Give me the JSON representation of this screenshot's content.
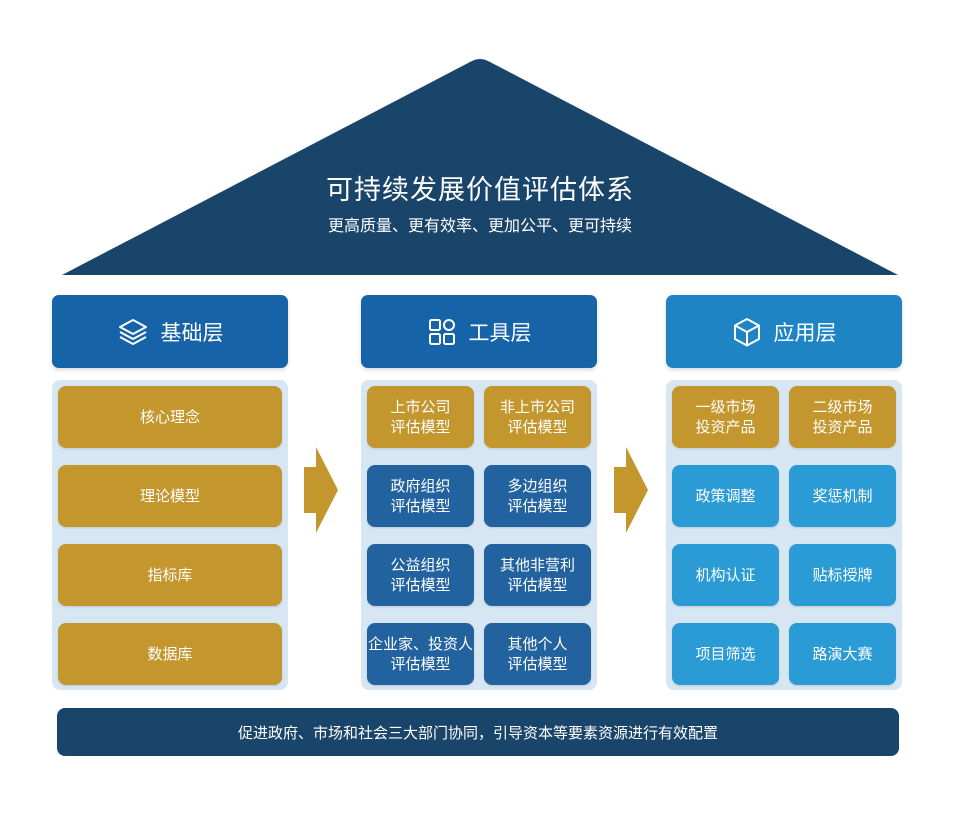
{
  "roof": {
    "title": "可持续发展价值评估体系",
    "subtitle": "更高质量、更有效率、更加公平、更可持续"
  },
  "columns": [
    {
      "header": "基础层",
      "icon": "layers-icon",
      "items": [
        "核心理念",
        "理论模型",
        "指标库",
        "数据库"
      ]
    },
    {
      "header": "工具层",
      "icon": "grid-icon",
      "items": [
        [
          "上市公司",
          "评估模型"
        ],
        [
          "非上市公司",
          "评估模型"
        ],
        [
          "政府组织",
          "评估模型"
        ],
        [
          "多边组织",
          "评估模型"
        ],
        [
          "公益组织",
          "评估模型"
        ],
        [
          "其他非营利",
          "评估模型"
        ],
        [
          "企业家、投资人",
          "评估模型"
        ],
        [
          "其他个人",
          "评估模型"
        ]
      ]
    },
    {
      "header": "应用层",
      "icon": "cube-icon",
      "items": [
        [
          "一级市场",
          "投资产品"
        ],
        [
          "二级市场",
          "投资产品"
        ],
        [
          "政策调整"
        ],
        [
          "奖惩机制"
        ],
        [
          "机构认证"
        ],
        [
          "贴标授牌"
        ],
        [
          "项目筛选"
        ],
        [
          "路演大赛"
        ]
      ]
    }
  ],
  "foundation": {
    "text": "促进政府、市场和社会三大部门协同，引导资本等要素资源进行有效配置"
  },
  "colors": {
    "roof": "#1a456a",
    "header_blue": "#1663a8",
    "header_light_blue": "#1f84c4",
    "gold": "#c4962e",
    "navy_card": "#22629e",
    "sky_card": "#2a9bd4",
    "panel_bg": "#d6e6f2"
  }
}
